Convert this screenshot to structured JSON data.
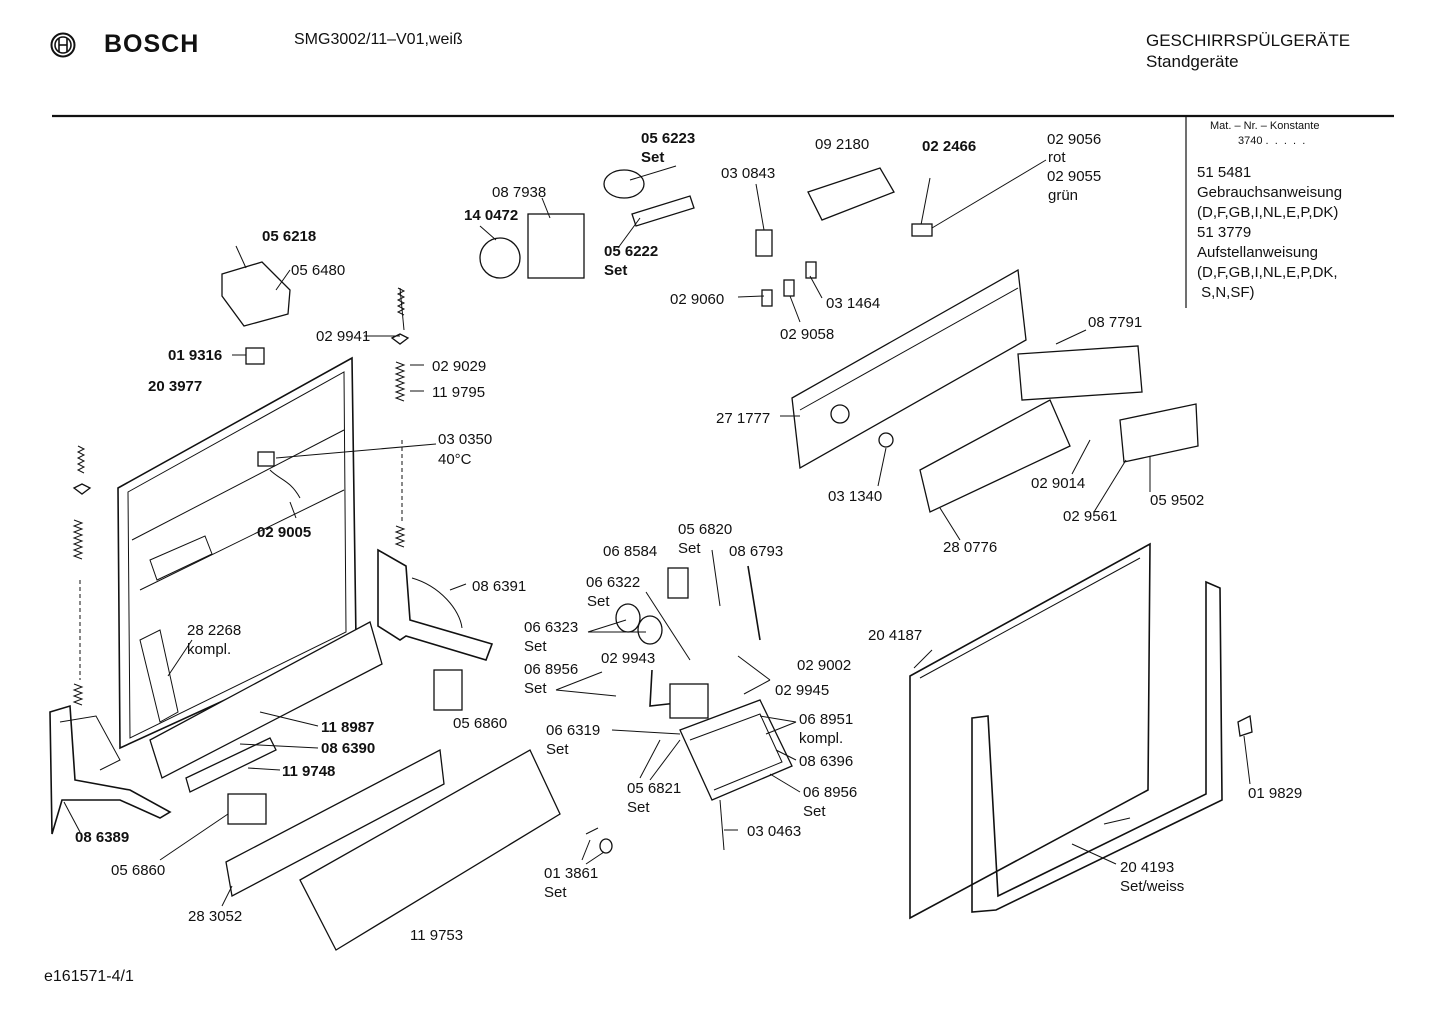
{
  "header": {
    "brand": "BOSCH",
    "model": "SMG3002/11–V01,weiß",
    "category": "GESCHIRRSPÜLGERÄTE",
    "subcategory": "Standgeräte"
  },
  "sidebar": {
    "mat_label": "Mat. – Nr. – Konstante",
    "mat_value": "3740 .  .  .  .  .",
    "lines": [
      "51 5481",
      "Gebrauchsanweisung",
      "(D,F,GB,I,NL,E,P,DK)",
      "51 3779",
      "Aufstellanweisung",
      "(D,F,GB,I,NL,E,P,DK,",
      " S,N,SF)"
    ]
  },
  "footer": {
    "drawing_id": "e161571-4/1"
  },
  "labels": {
    "p056223": "05 6223",
    "p056223s": "Set",
    "p092180": "09 2180",
    "p022466": "02 2466",
    "p029056": "02 9056",
    "p029056c": "rot",
    "p029055": "02 9055",
    "p029055c": "grün",
    "p087938": "08 7938",
    "p030843": "03 0843",
    "p140472": "14 0472",
    "p056222": "05 6222",
    "p056222s": "Set",
    "p056218": "05 6218",
    "p056480": "05 6480",
    "p029060": "02 9060",
    "p031464": "03 1464",
    "p029058": "02 9058",
    "p029941": "02 9941",
    "p019316": "01 9316",
    "p029029": "02 9029",
    "p119795": "11 9795",
    "p203977": "20 3977",
    "p030350": "03 0350",
    "p030350t": "40°C",
    "p087791": "08 7791",
    "p271777": "27 1777",
    "p029005": "02 9005",
    "p031340": "03 1340",
    "p029014": "02 9014",
    "p029561": "02 9561",
    "p059502": "05 9502",
    "p280776": "28 0776",
    "p056820": "05 6820",
    "p056820s": "Set",
    "p068584": "06 8584",
    "p086793": "08 6793",
    "p066322": "06 6322",
    "p066322s": "Set",
    "p086391": "08 6391",
    "p282268": "28 2268",
    "p282268k": "kompl.",
    "p066323": "06 6323",
    "p066323s": "Set",
    "p029943": "02 9943",
    "p029002": "02 9002",
    "p204187": "20 4187",
    "p068956a": "06 8956",
    "p068956as": "Set",
    "p029945": "02 9945",
    "p056860a": "05 6860",
    "p066319": "06 6319",
    "p066319s": "Set",
    "p068951": "06 8951",
    "p068951k": "kompl.",
    "p118987": "11 8987",
    "p086390": "08 6390",
    "p119748": "11 9748",
    "p086396": "08 6396",
    "p056821": "05 6821",
    "p056821s": "Set",
    "p068956b": "06 8956",
    "p068956bs": "Set",
    "p019829": "01 9829",
    "p086389": "08 6389",
    "p030463": "03 0463",
    "p056860b": "05 6860",
    "p013861": "01 3861",
    "p013861s": "Set",
    "p204193": "20 4193",
    "p204193s": "Set/weiss",
    "p283052": "28 3052",
    "p119753": "11 9753"
  }
}
